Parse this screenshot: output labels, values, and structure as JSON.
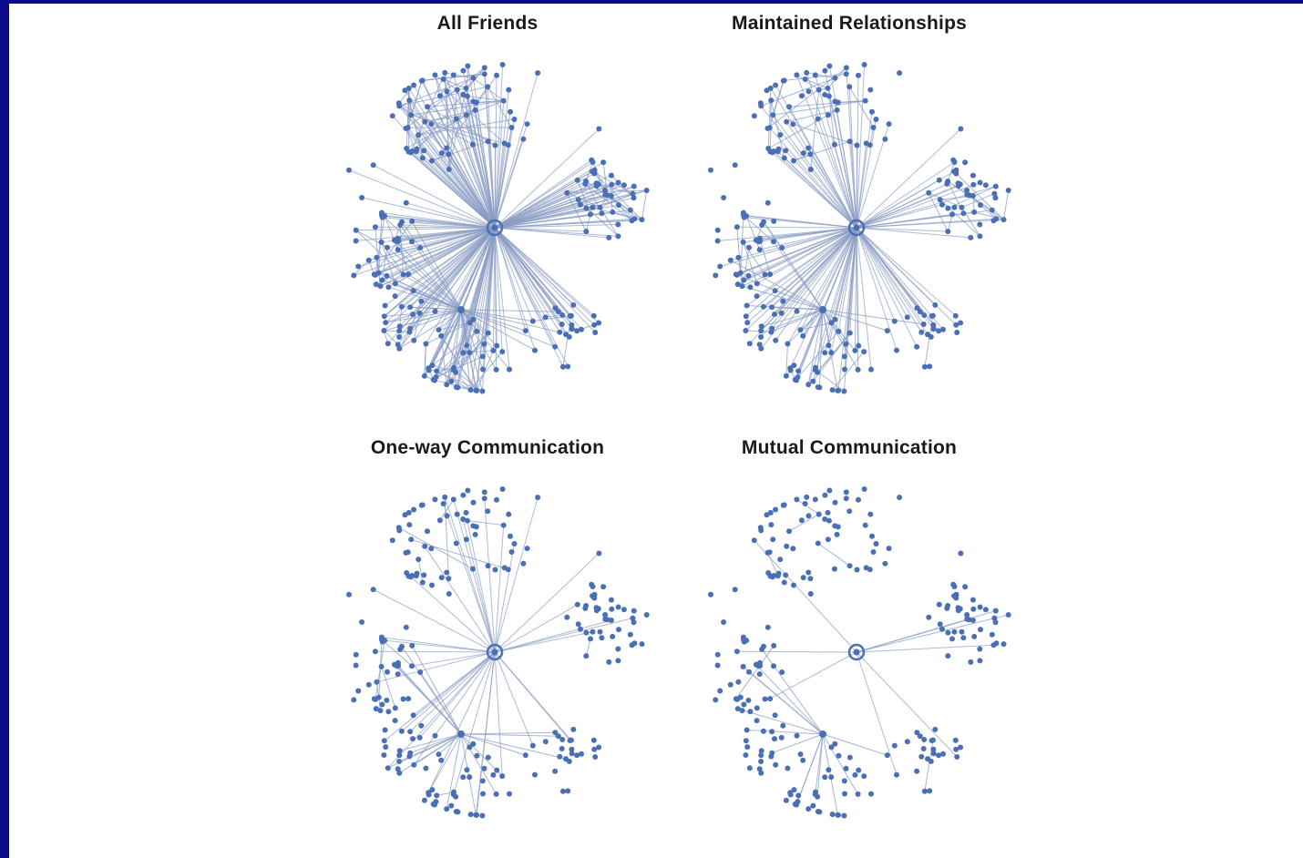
{
  "panels": [
    {
      "title": "All Friends",
      "density": "all"
    },
    {
      "title": "Maintained Relationships",
      "density": "maintained"
    },
    {
      "title": "One-way Communication",
      "density": "oneway"
    },
    {
      "title": "Mutual Communication",
      "density": "mutual"
    }
  ],
  "colors": {
    "node": "#4a6fb5",
    "edge": "#8a9cc4",
    "background": "#ffffff",
    "frame": "#0a0a8c"
  }
}
